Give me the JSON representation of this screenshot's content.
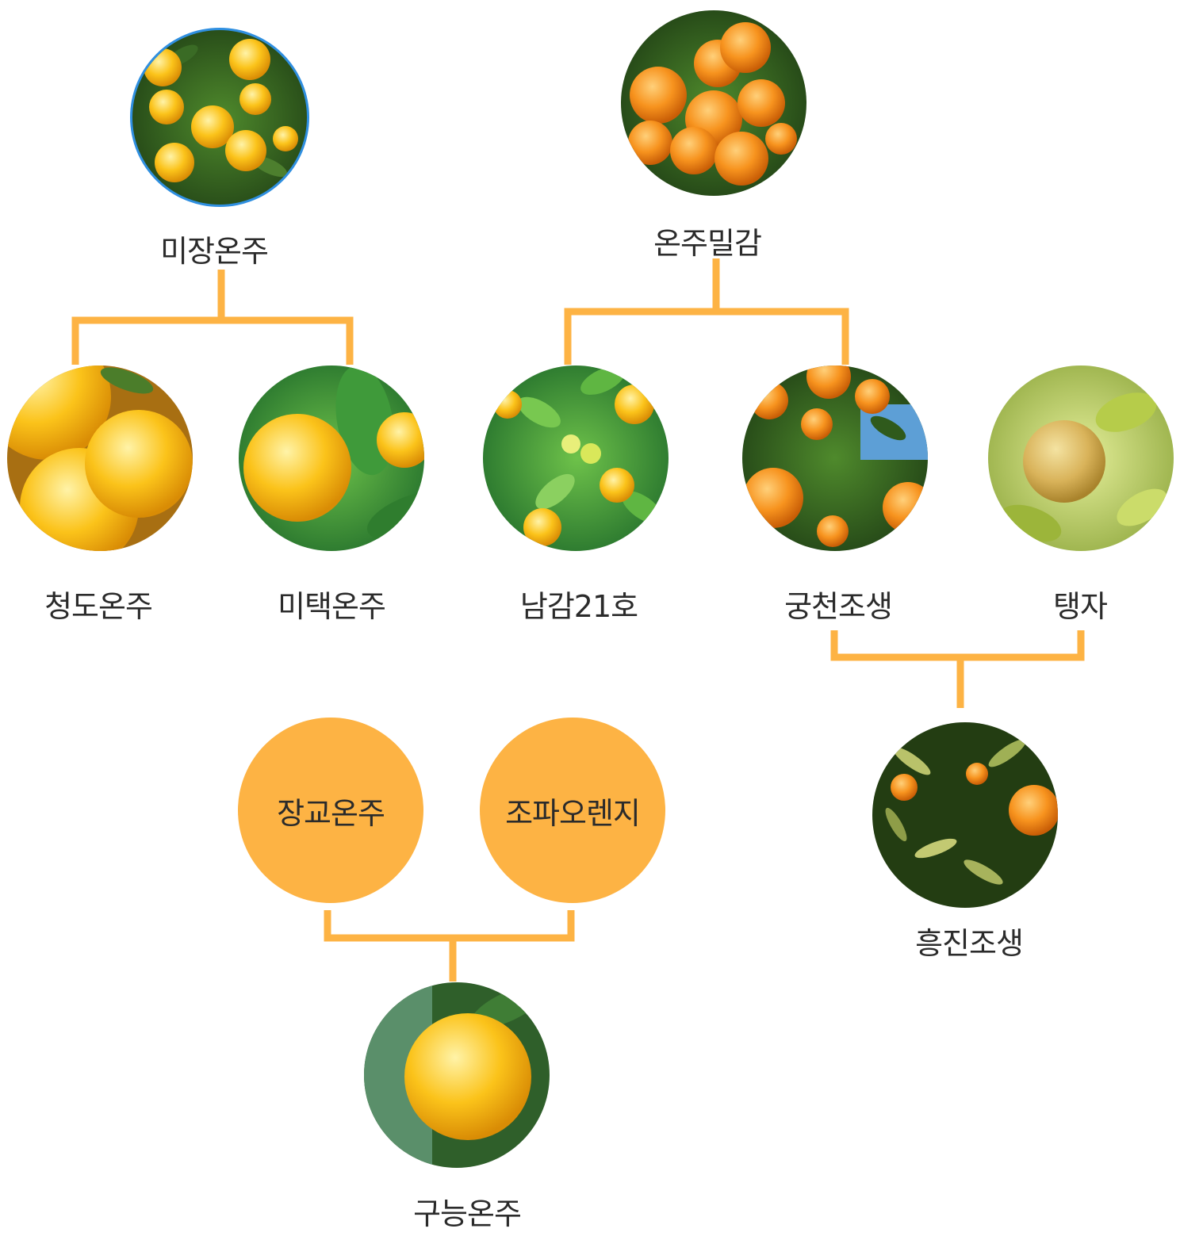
{
  "colors": {
    "connector": "#fdb344",
    "highlight_ring": "#2f8fe0",
    "plain_node": "#fdb344",
    "text": "#2b2b2b"
  },
  "nodes": {
    "mijang": {
      "label": "미장온주",
      "image": "tangerine-tree-photo"
    },
    "onju": {
      "label": "온주밀감",
      "image": "tangerine-cluster-photo"
    },
    "cheongdo": {
      "label": "청도온주",
      "image": "yellow-tangerine-photo"
    },
    "mitaek": {
      "label": "미택온주",
      "image": "tangerine-leaves-photo"
    },
    "namgam": {
      "label": "남감21호",
      "image": "green-leaves-citrus-photo"
    },
    "gungcheon": {
      "label": "궁천조생",
      "image": "orange-tree-sky-photo"
    },
    "taengja": {
      "label": "탱자",
      "image": "trifoliate-orange-photo"
    },
    "heungjin": {
      "label": "흥진조생",
      "image": "citrus-bush-photo"
    },
    "janggyo": {
      "label": "장교온주"
    },
    "jopa": {
      "label": "조파오렌지"
    },
    "guneung": {
      "label": "구능온주",
      "image": "hanging-tangerine-photo"
    }
  }
}
